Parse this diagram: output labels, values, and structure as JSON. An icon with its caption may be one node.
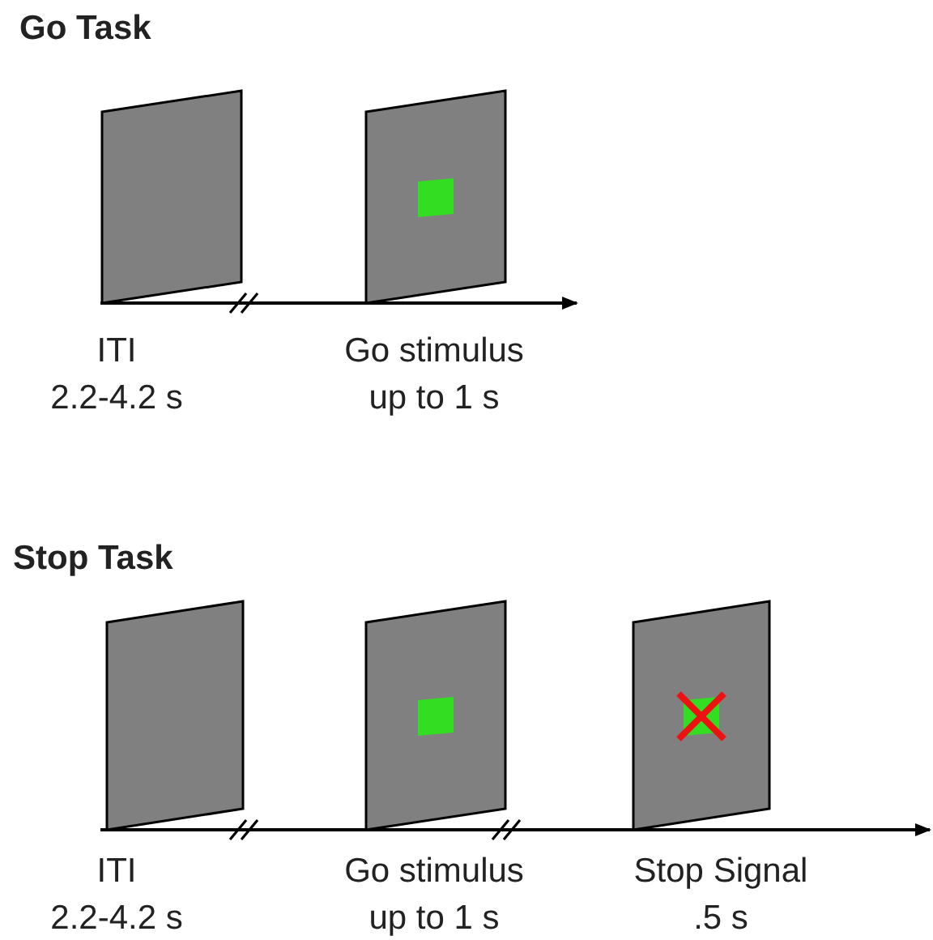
{
  "diagram": {
    "nodes": [
      {
        "text": [],
        "shape": "box",
        "beside": [
          "ITI",
          "2.2-4.2 s"
        ]
      },
      {
        "text": [],
        "shape": "box",
        "beside": [
          "Go stimulus",
          "up to 1 s"
        ]
      },
      {
        "text": [],
        "shape": "box",
        "beside": [
          "ITI",
          "2.2-4.2 s"
        ]
      },
      {
        "text": [],
        "shape": "box",
        "beside": [
          "Go stimulus",
          "up to 1 s"
        ]
      },
      {
        "text": [],
        "shape": "box",
        "beside": [
          "Stop Signal",
          ".5 s"
        ]
      }
    ],
    "labels": [
      "Go Task",
      "Stop Task"
    ]
  }
}
